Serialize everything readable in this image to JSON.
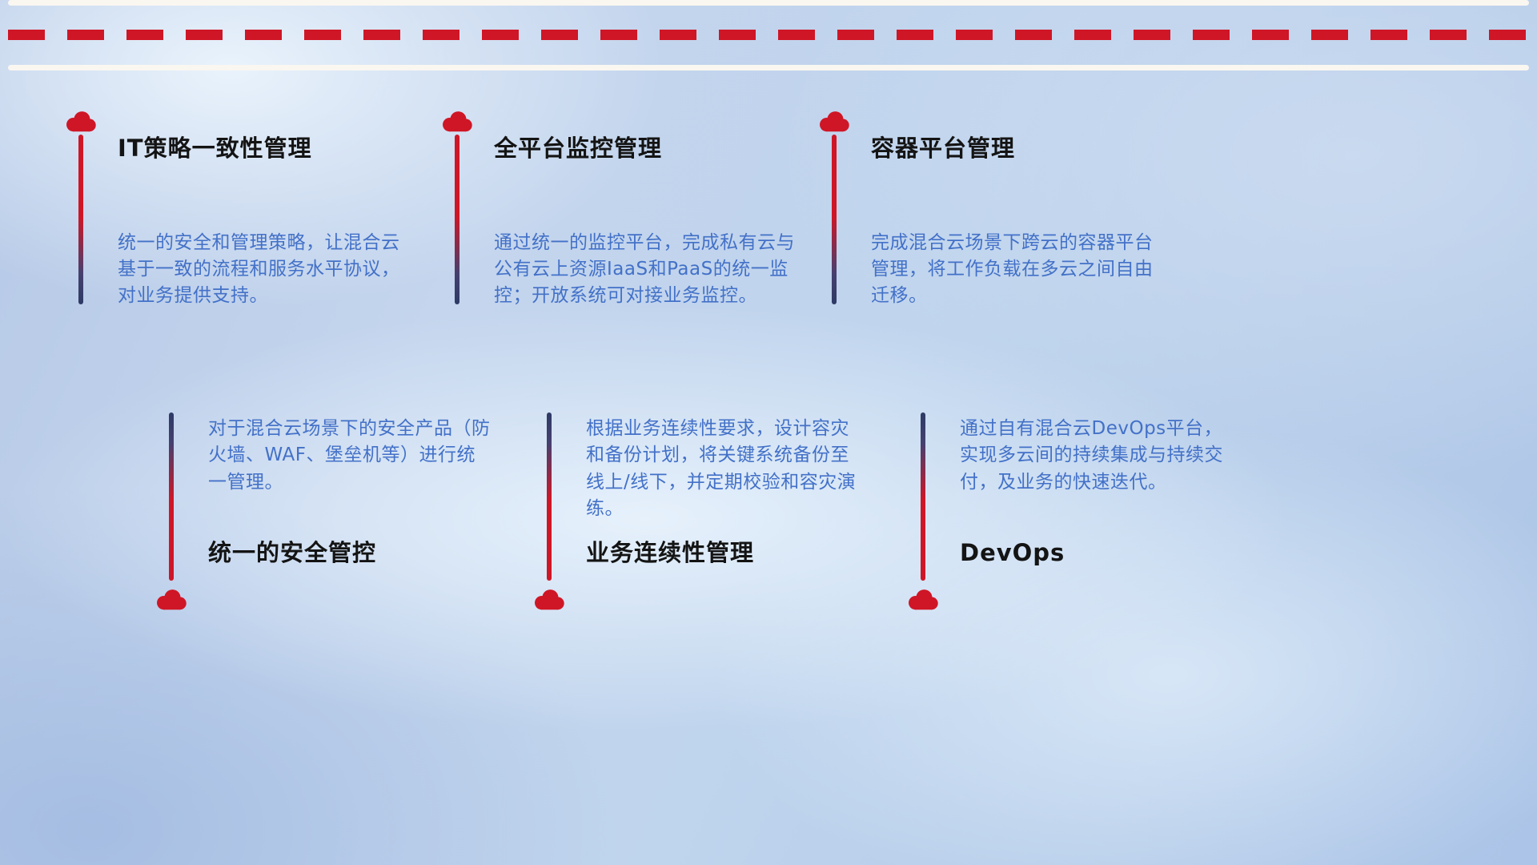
{
  "colors": {
    "accent_red": "#cf1626",
    "stem_navy": "#2e3a66",
    "description_blue": "#4371c8",
    "title_dark": "#141414",
    "road_white": "#faf7f1"
  },
  "top_items": [
    {
      "title": "IT策略一致性管理",
      "description": "统一的安全和管理策略，让混合云基于一致的流程和服务水平协议，对业务提供支持。"
    },
    {
      "title": "全平台监控管理",
      "description": "通过统一的监控平台，完成私有云与公有云上资源IaaS和PaaS的统一监控；开放系统可对接业务监控。"
    },
    {
      "title": "容器平台管理",
      "description": "完成混合云场景下跨云的容器平台管理，将工作负载在多云之间自由迁移。"
    }
  ],
  "bottom_items": [
    {
      "title": "统一的安全管控",
      "description": "对于混合云场景下的安全产品（防火墙、WAF、堡垒机等）进行统一管理。"
    },
    {
      "title": "业务连续性管理",
      "description": "根据业务连续性要求，设计容灾和备份计划，将关键系统备份至线上/线下，并定期校验和容灾演练。"
    },
    {
      "title": "DevOps",
      "description": "通过自有混合云DevOps平台，实现多云间的持续集成与持续交付，及业务的快速迭代。"
    }
  ]
}
